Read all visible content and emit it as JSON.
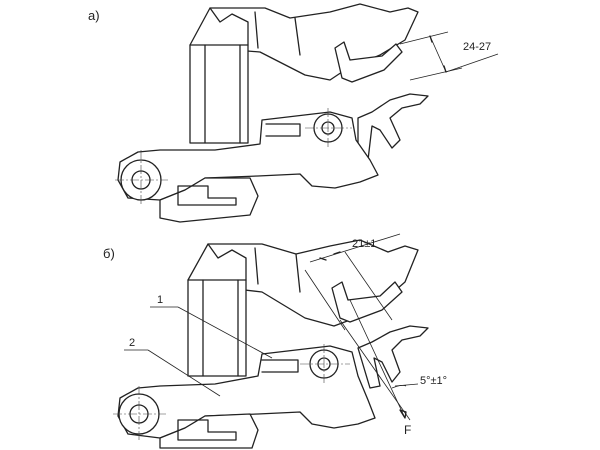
{
  "figure": {
    "panel_a": {
      "label": "а)",
      "dimension": "24-27"
    },
    "panel_b": {
      "label": "б)",
      "dimension_gap": "21±1",
      "angle": "5°±1°",
      "force": "F",
      "callout_1": "1",
      "callout_2": "2"
    }
  }
}
